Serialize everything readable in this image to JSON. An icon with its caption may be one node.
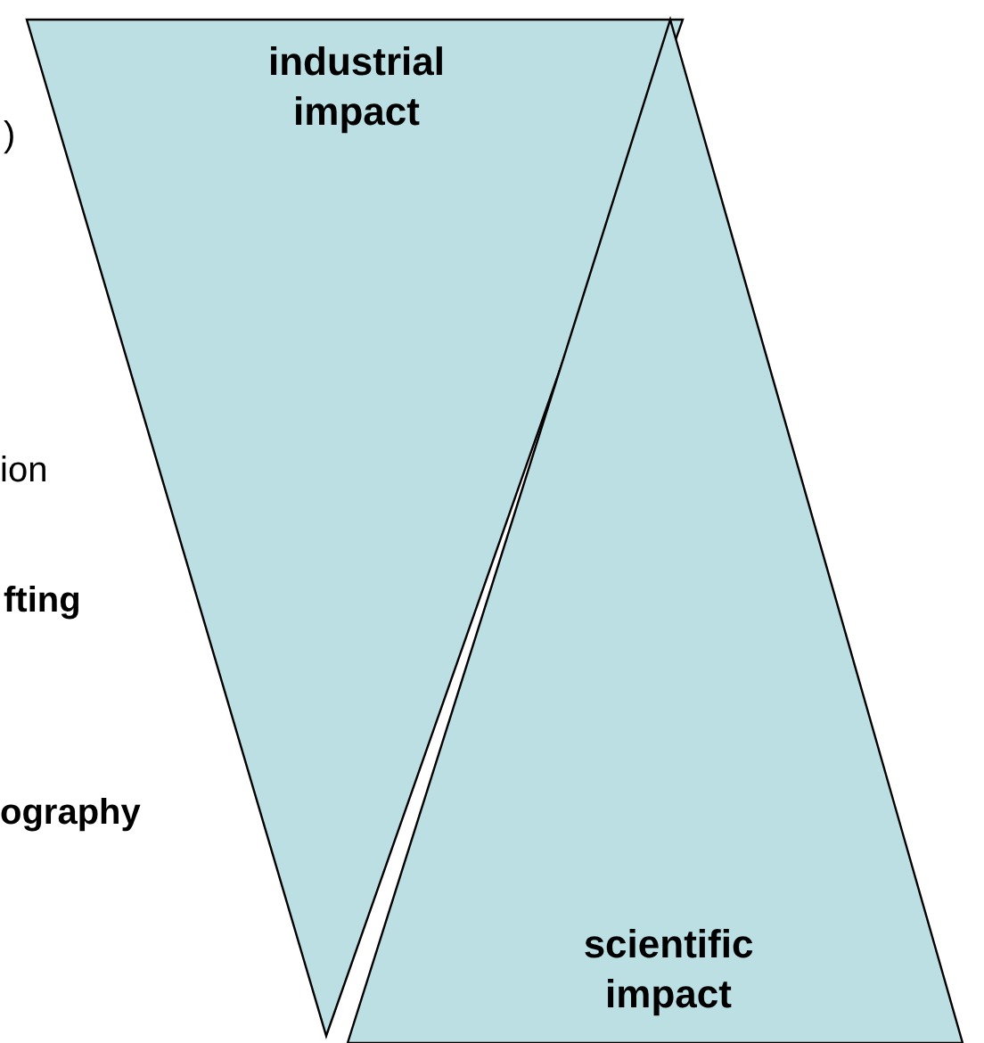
{
  "diagram": {
    "nodes": [
      {
        "text": [
          "industrial impact"
        ]
      },
      {
        "text": [
          "scientific impact"
        ]
      }
    ],
    "labels": [
      ")",
      "ion",
      "fting",
      "ography"
    ]
  }
}
